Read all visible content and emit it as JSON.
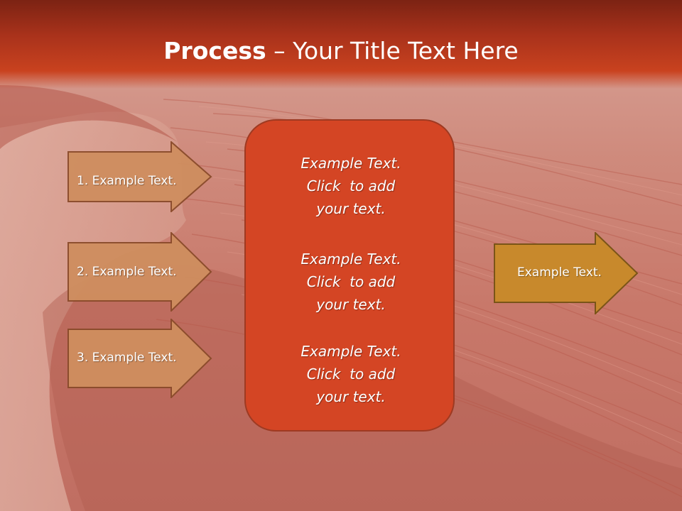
{
  "slide": {
    "title_bold": "Process",
    "title_rest": " – Your Title Text Here"
  },
  "left_arrows": [
    {
      "label": "1. Example Text."
    },
    {
      "label": "2. Example Text."
    },
    {
      "label": "3. Example Text."
    }
  ],
  "center_box": {
    "blocks": [
      {
        "line1": "Example Text.",
        "line2": "Click  to add",
        "line3": "your text."
      },
      {
        "line1": "Example Text.",
        "line2": "Click  to add",
        "line3": "your text."
      },
      {
        "line1": "Example Text.",
        "line2": "Click  to add",
        "line3": "your text."
      }
    ]
  },
  "right_arrow": {
    "label": "Example Text."
  },
  "colors": {
    "header": "#a9321b",
    "left_arrow_fill": "#cf8e5f",
    "center_box_fill": "#d44524",
    "right_arrow_fill": "#c8892c"
  }
}
